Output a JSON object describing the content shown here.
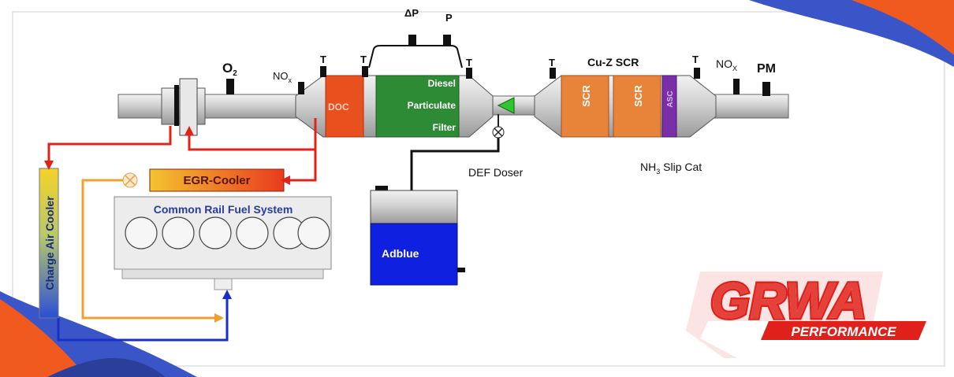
{
  "sensors": {
    "o2": "O",
    "o2_sub": "2",
    "nox_left": "NO",
    "nox_left_sub": "x",
    "t": "T",
    "dp": "ΔP",
    "p": "P",
    "nox_right": "NO",
    "nox_right_sub": "X",
    "pm": "PM"
  },
  "components": {
    "doc": "DOC",
    "dpf_line1": "Diesel",
    "dpf_line2": "Particulate",
    "dpf_line3": "Filter",
    "cu_z_scr": "Cu-Z SCR",
    "scr1": "SCR",
    "scr2": "SCR",
    "asc": "ASC",
    "nh3_a": "NH",
    "nh3_sub": "3",
    "nh3_b": " Slip Cat",
    "def_doser": "DEF Doser",
    "adblue": "Adblue",
    "egr_cooler": "EGR-Cooler",
    "fuel_system": "Common Rail Fuel System",
    "charge_air_cooler": "Charge Air Cooler"
  },
  "logo": {
    "main": "GRWA",
    "sub": "PERFORMANCE"
  },
  "colors": {
    "doc": "#e8501e",
    "dpf": "#2e8b35",
    "scr": "#e8843a",
    "asc": "#7a2fa8",
    "adblue": "#1020e0",
    "egr_start": "#f4c430",
    "egr_end": "#e83a1e",
    "charge_air_start": "#f4d22a",
    "charge_air_end": "#2a4ed6",
    "hot_line": "#e0231a",
    "orange_line": "#f0a030",
    "blue_line": "#1a2ec8",
    "brand_red": "#e0201a",
    "corner_blue": "#3a55c8",
    "corner_orange": "#f05a1e"
  }
}
